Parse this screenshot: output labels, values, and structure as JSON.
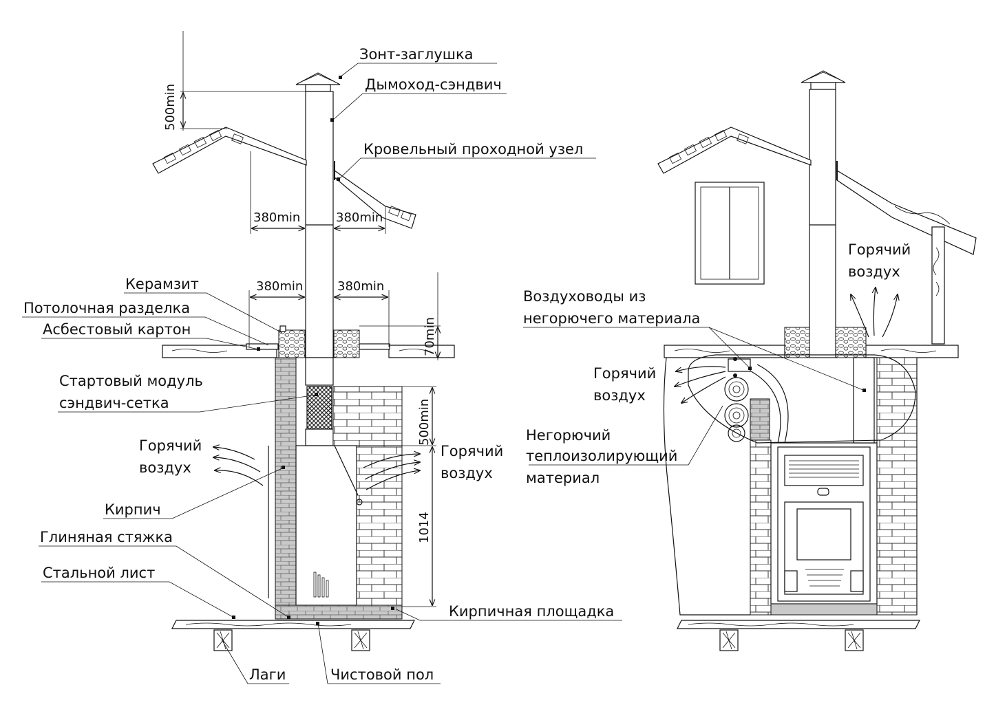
{
  "left": {
    "labels": {
      "cap": "Зонт-заглушка",
      "chimney": "Дымоход-сэндвич",
      "roof_unit": "Кровельный проходной узел",
      "claydite": "Керамзит",
      "ceiling_cut": "Потолочная разделка",
      "asbestos": "Асбестовый картон",
      "start_module_1": "Стартовый модуль",
      "start_module_2": "сэндвич-сетка",
      "hot_air_left_1": "Горячий",
      "hot_air_left_2": "воздух",
      "hot_air_right_1": "Горячий",
      "hot_air_right_2": "воздух",
      "brick": "Кирпич",
      "clay_screed": "Глиняная стяжка",
      "steel_sheet": "Стальной лист",
      "brick_platform": "Кирпичная площадка",
      "joists": "Лаги",
      "finish_floor": "Чистовой пол"
    },
    "dims": {
      "top": "500min",
      "roof_left": "380min",
      "roof_right": "380min",
      "ceil_left": "380min",
      "ceil_right": "380min",
      "insulation": "70min",
      "grid": "500min",
      "height": "1014"
    }
  },
  "right": {
    "labels": {
      "ducts_1": "Воздуховоды из",
      "ducts_2": "негорючего материала",
      "hot_air_top_1": "Горячий",
      "hot_air_top_2": "воздух",
      "hot_air_left_1": "Горячий",
      "hot_air_left_2": "воздух",
      "insul_1": "Негорючий",
      "insul_2": "теплоизолирующий",
      "insul_3": "материал"
    }
  }
}
